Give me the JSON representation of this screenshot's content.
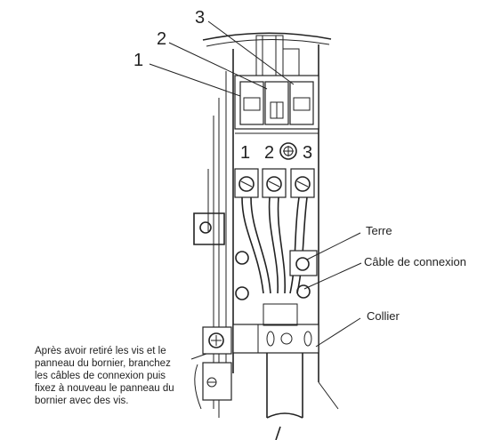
{
  "callouts": {
    "one": "1",
    "two": "2",
    "three": "3"
  },
  "terminals": {
    "t1": "1",
    "t2": "2",
    "t3": "3"
  },
  "labels": {
    "terre": "Terre",
    "cable": "Câble de connexion",
    "collier": "Collier"
  },
  "instruction": {
    "line1": "Après avoir retiré les vis et le",
    "line2": "panneau du bornier, branchez",
    "line3": "les câbles de connexion puis",
    "line4": "fixez à nouveau le panneau du",
    "line5": "bornier avec des vis."
  }
}
